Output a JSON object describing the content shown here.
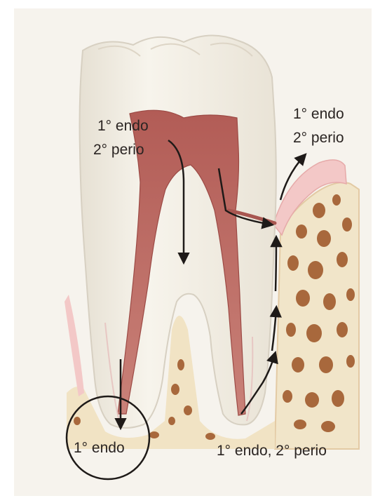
{
  "labels": {
    "crown_top": "1° endo",
    "crown_bottom": "2° perio",
    "right_top": "1° endo",
    "right_bottom": "2° perio",
    "apex_circle": "1° endo",
    "bottom_right": "1° endo, 2° perio"
  },
  "colors": {
    "background": "#ffffff",
    "page_tint": "#f4f1ea",
    "enamel": "#f5f1e8",
    "pulp": "#b8625c",
    "pulp_dark": "#9c4a45",
    "gingiva": "#f1c9c9",
    "bone": "#f0e4c8",
    "trabecula": "#a8683c",
    "arrow": "#1e1a18"
  }
}
